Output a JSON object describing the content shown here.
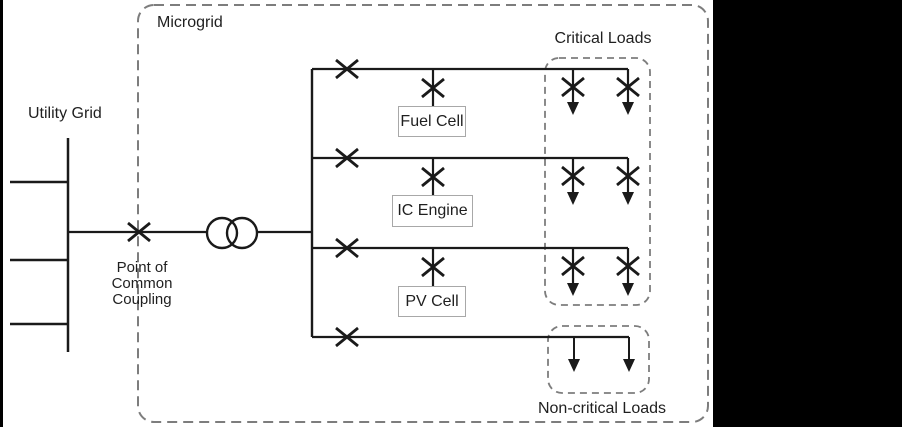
{
  "labels": {
    "utility_grid": "Utility Grid",
    "microgrid": "Microgrid",
    "pcc": [
      "Point of",
      "Common",
      "Coupling"
    ],
    "fuel_cell": "Fuel Cell",
    "ic_engine": "IC Engine",
    "pv_cell": "PV Cell",
    "critical_loads": "Critical Loads",
    "non_critical_loads": "Non-critical Loads"
  },
  "colors": {
    "background": "#ffffff",
    "side_bars": "#000000",
    "line": "#1a1a1a",
    "dashed_border": "#7d7d7d",
    "label_box_border": "#a8a8a8",
    "text": "#1f1f1f"
  },
  "structure": {
    "sources_on_feeders": [
      "Fuel Cell",
      "IC Engine",
      "PV Cell"
    ],
    "critical_load_feeders": 3,
    "critical_loads_per_feeder": 2,
    "non_critical_load_arrows": 2,
    "breaker_symbol": "X",
    "load_symbol": "down-arrow"
  }
}
